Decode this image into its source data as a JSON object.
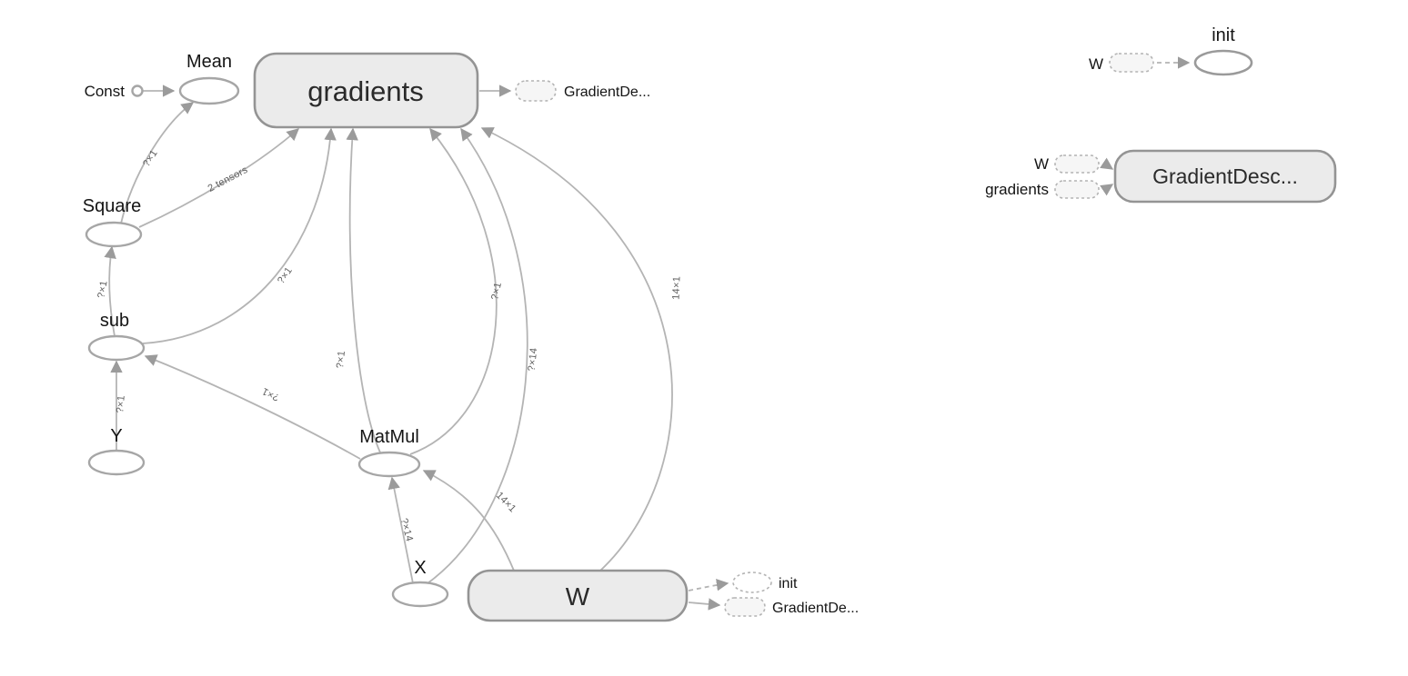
{
  "colors": {
    "background": "#ffffff",
    "namespace_fill": "#ebebeb",
    "namespace_stroke": "#949494",
    "op_fill": "#ffffff",
    "op_stroke": "#a6a6a6",
    "edge": "#b4b4b4",
    "text": "#141414",
    "edge_label_text": "#5e5e5e"
  },
  "graph": {
    "nodes": {
      "const": "Const",
      "mean": "Mean",
      "gradients": "gradients",
      "square": "Square",
      "sub": "sub",
      "y": "Y",
      "matmul": "MatMul",
      "x": "X",
      "w": "W"
    },
    "refs": {
      "gradients_out_gd": "GradientDe...",
      "w_out_init": "init",
      "w_out_gd": "GradientDe..."
    },
    "edge_labels": {
      "square_to_mean": "?×1",
      "square_to_gradients": "2 tensors",
      "sub_to_gradients": "?×1",
      "matmul_to_gradients_a": "?×1",
      "matmul_to_gradients_b": "?×1",
      "x_to_gradients": "?×14",
      "w_to_gradients": "14×1",
      "sub_to_square": "?×1",
      "y_to_sub": "?×1",
      "matmul_to_sub": "?×1",
      "x_to_matmul": "?×14",
      "w_to_matmul": "14×1"
    }
  },
  "aux": {
    "init_group": {
      "w_ref": "W",
      "node": "init"
    },
    "gd_group": {
      "w_ref": "W",
      "gradients_ref": "gradients",
      "node": "GradientDesc..."
    }
  }
}
